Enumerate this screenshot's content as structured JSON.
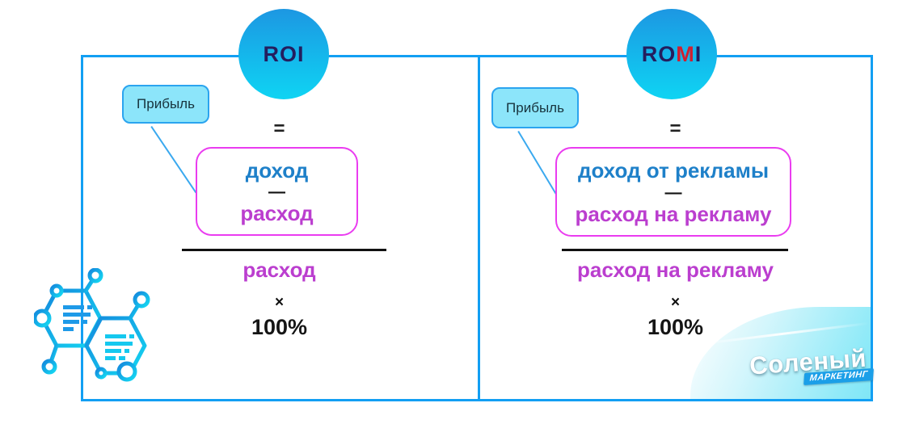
{
  "panels": [
    {
      "id": "roi",
      "title_prefix": "ROI",
      "title_accent": "",
      "title_suffix": "",
      "callout_label": "Прибыль",
      "equals": "=",
      "numerator_income": "доход",
      "numerator_minus": "—",
      "numerator_expense": "расход",
      "denominator": "расход",
      "times": "×",
      "percent": "100%"
    },
    {
      "id": "romi",
      "title_prefix": "RO",
      "title_accent": "M",
      "title_suffix": "I",
      "callout_label": "Прибыль",
      "equals": "=",
      "numerator_income": "доход от рекламы",
      "numerator_minus": "—",
      "numerator_expense": "расход на рекламу",
      "denominator": "расход на рекламу",
      "times": "×",
      "percent": "100%"
    }
  ],
  "logo": {
    "brand": "Соленый",
    "tagline": "МАРКЕТИНГ"
  },
  "colors": {
    "frame_blue": "#129ff3",
    "circle_gradient_top": "#1d97e2",
    "circle_gradient_bottom": "#0fd4f3",
    "title_navy": "#241e5e",
    "title_accent_red": "#cf1f30",
    "income_blue": "#1e80c9",
    "expense_magenta": "#bb3ecf",
    "numerator_box_pink": "#ea3cf0",
    "callout_fill": "#8ce5fa",
    "callout_border": "#2ba4ef",
    "fraction_bar_black": "#111111",
    "logo_banner_blue": "#1b9fe8"
  }
}
